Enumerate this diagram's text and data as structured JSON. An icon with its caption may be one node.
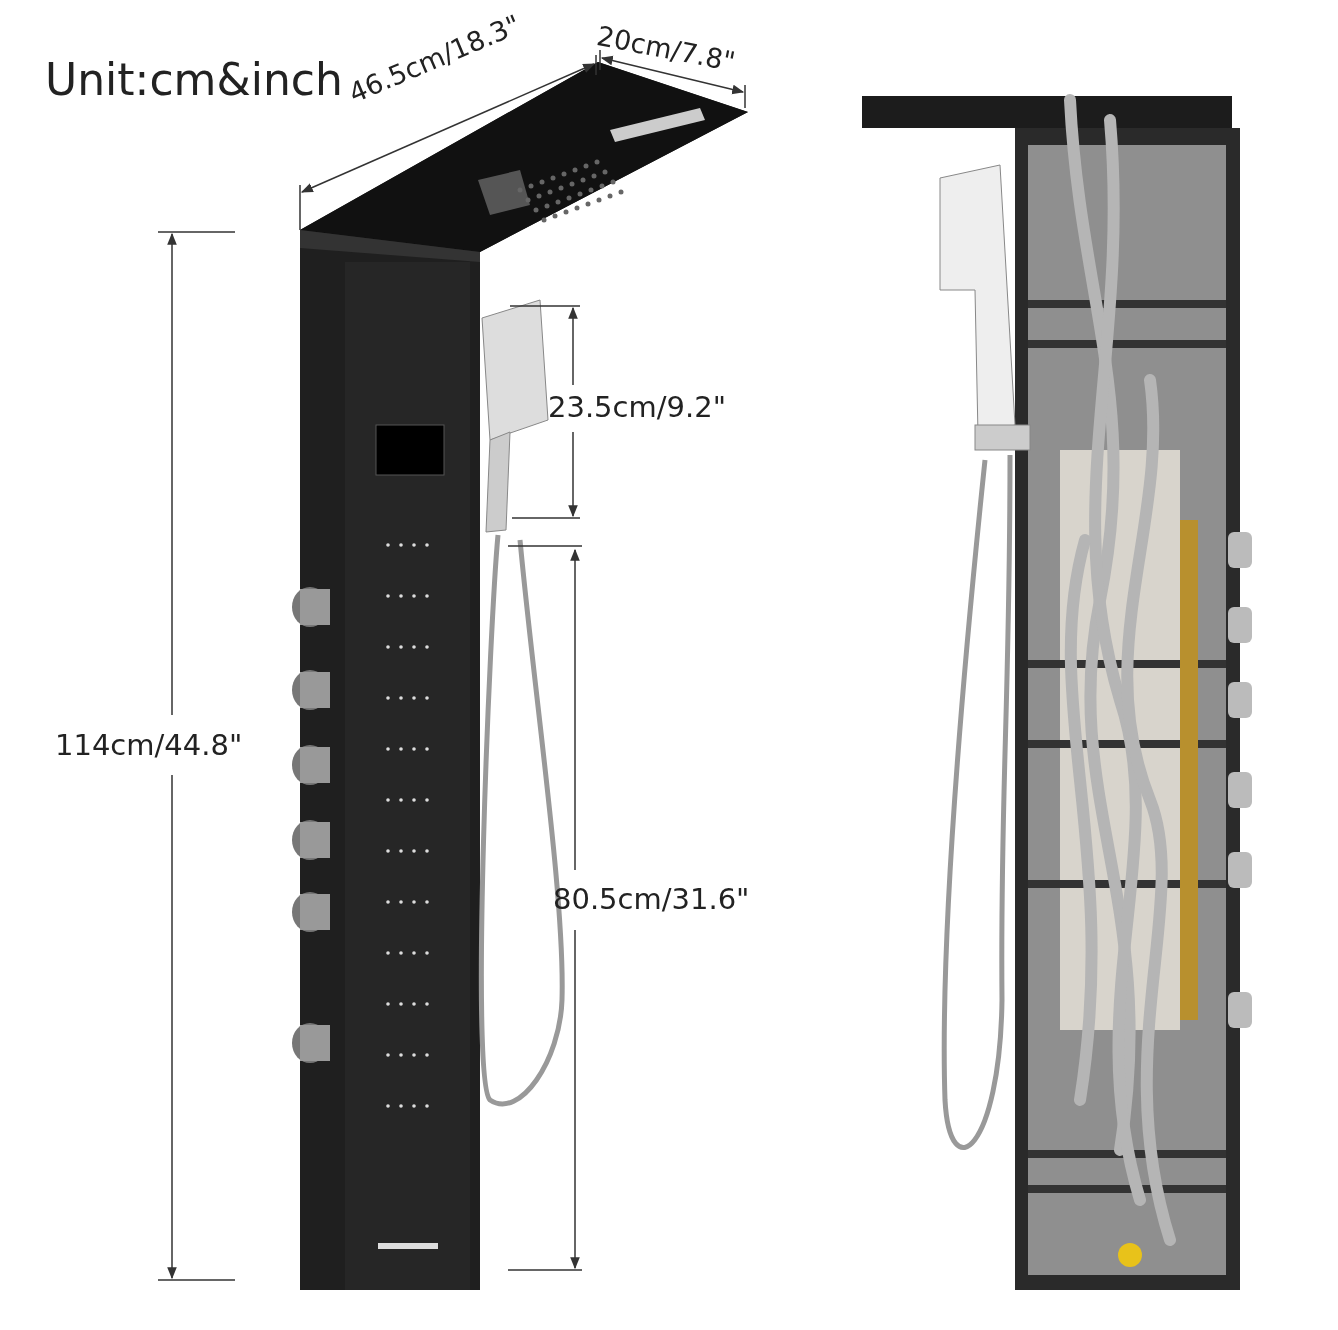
{
  "diagram": {
    "labels": [
      "Unit:cm&inch",
      "46.5cm/18.3\"",
      "20cm/7.8\"",
      "114cm/44.8\"",
      "23.5cm/9.2\"",
      "80.5cm/31.6\""
    ]
  }
}
